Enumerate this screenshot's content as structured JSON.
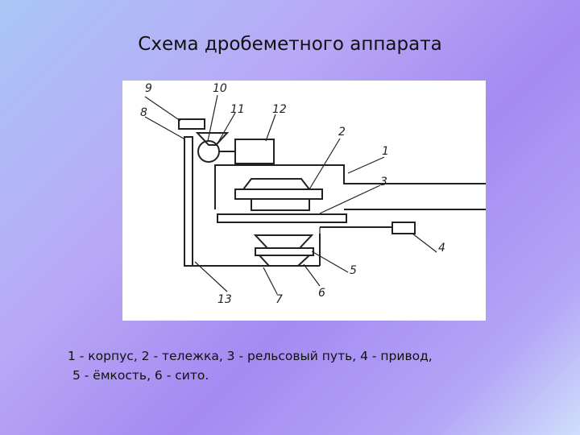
{
  "slide": {
    "title": "Схема дробеметного аппарата",
    "caption_line1": "1 - корпус, 2 - тележка, 3 - рельсовый путь, 4 - привод,",
    "caption_line2": "5 - ёмкость, 6 - сито."
  },
  "diagram": {
    "labels": [
      "9",
      "8",
      "10",
      "11",
      "12",
      "2",
      "1",
      "3",
      "4",
      "5",
      "6",
      "7",
      "13"
    ]
  }
}
